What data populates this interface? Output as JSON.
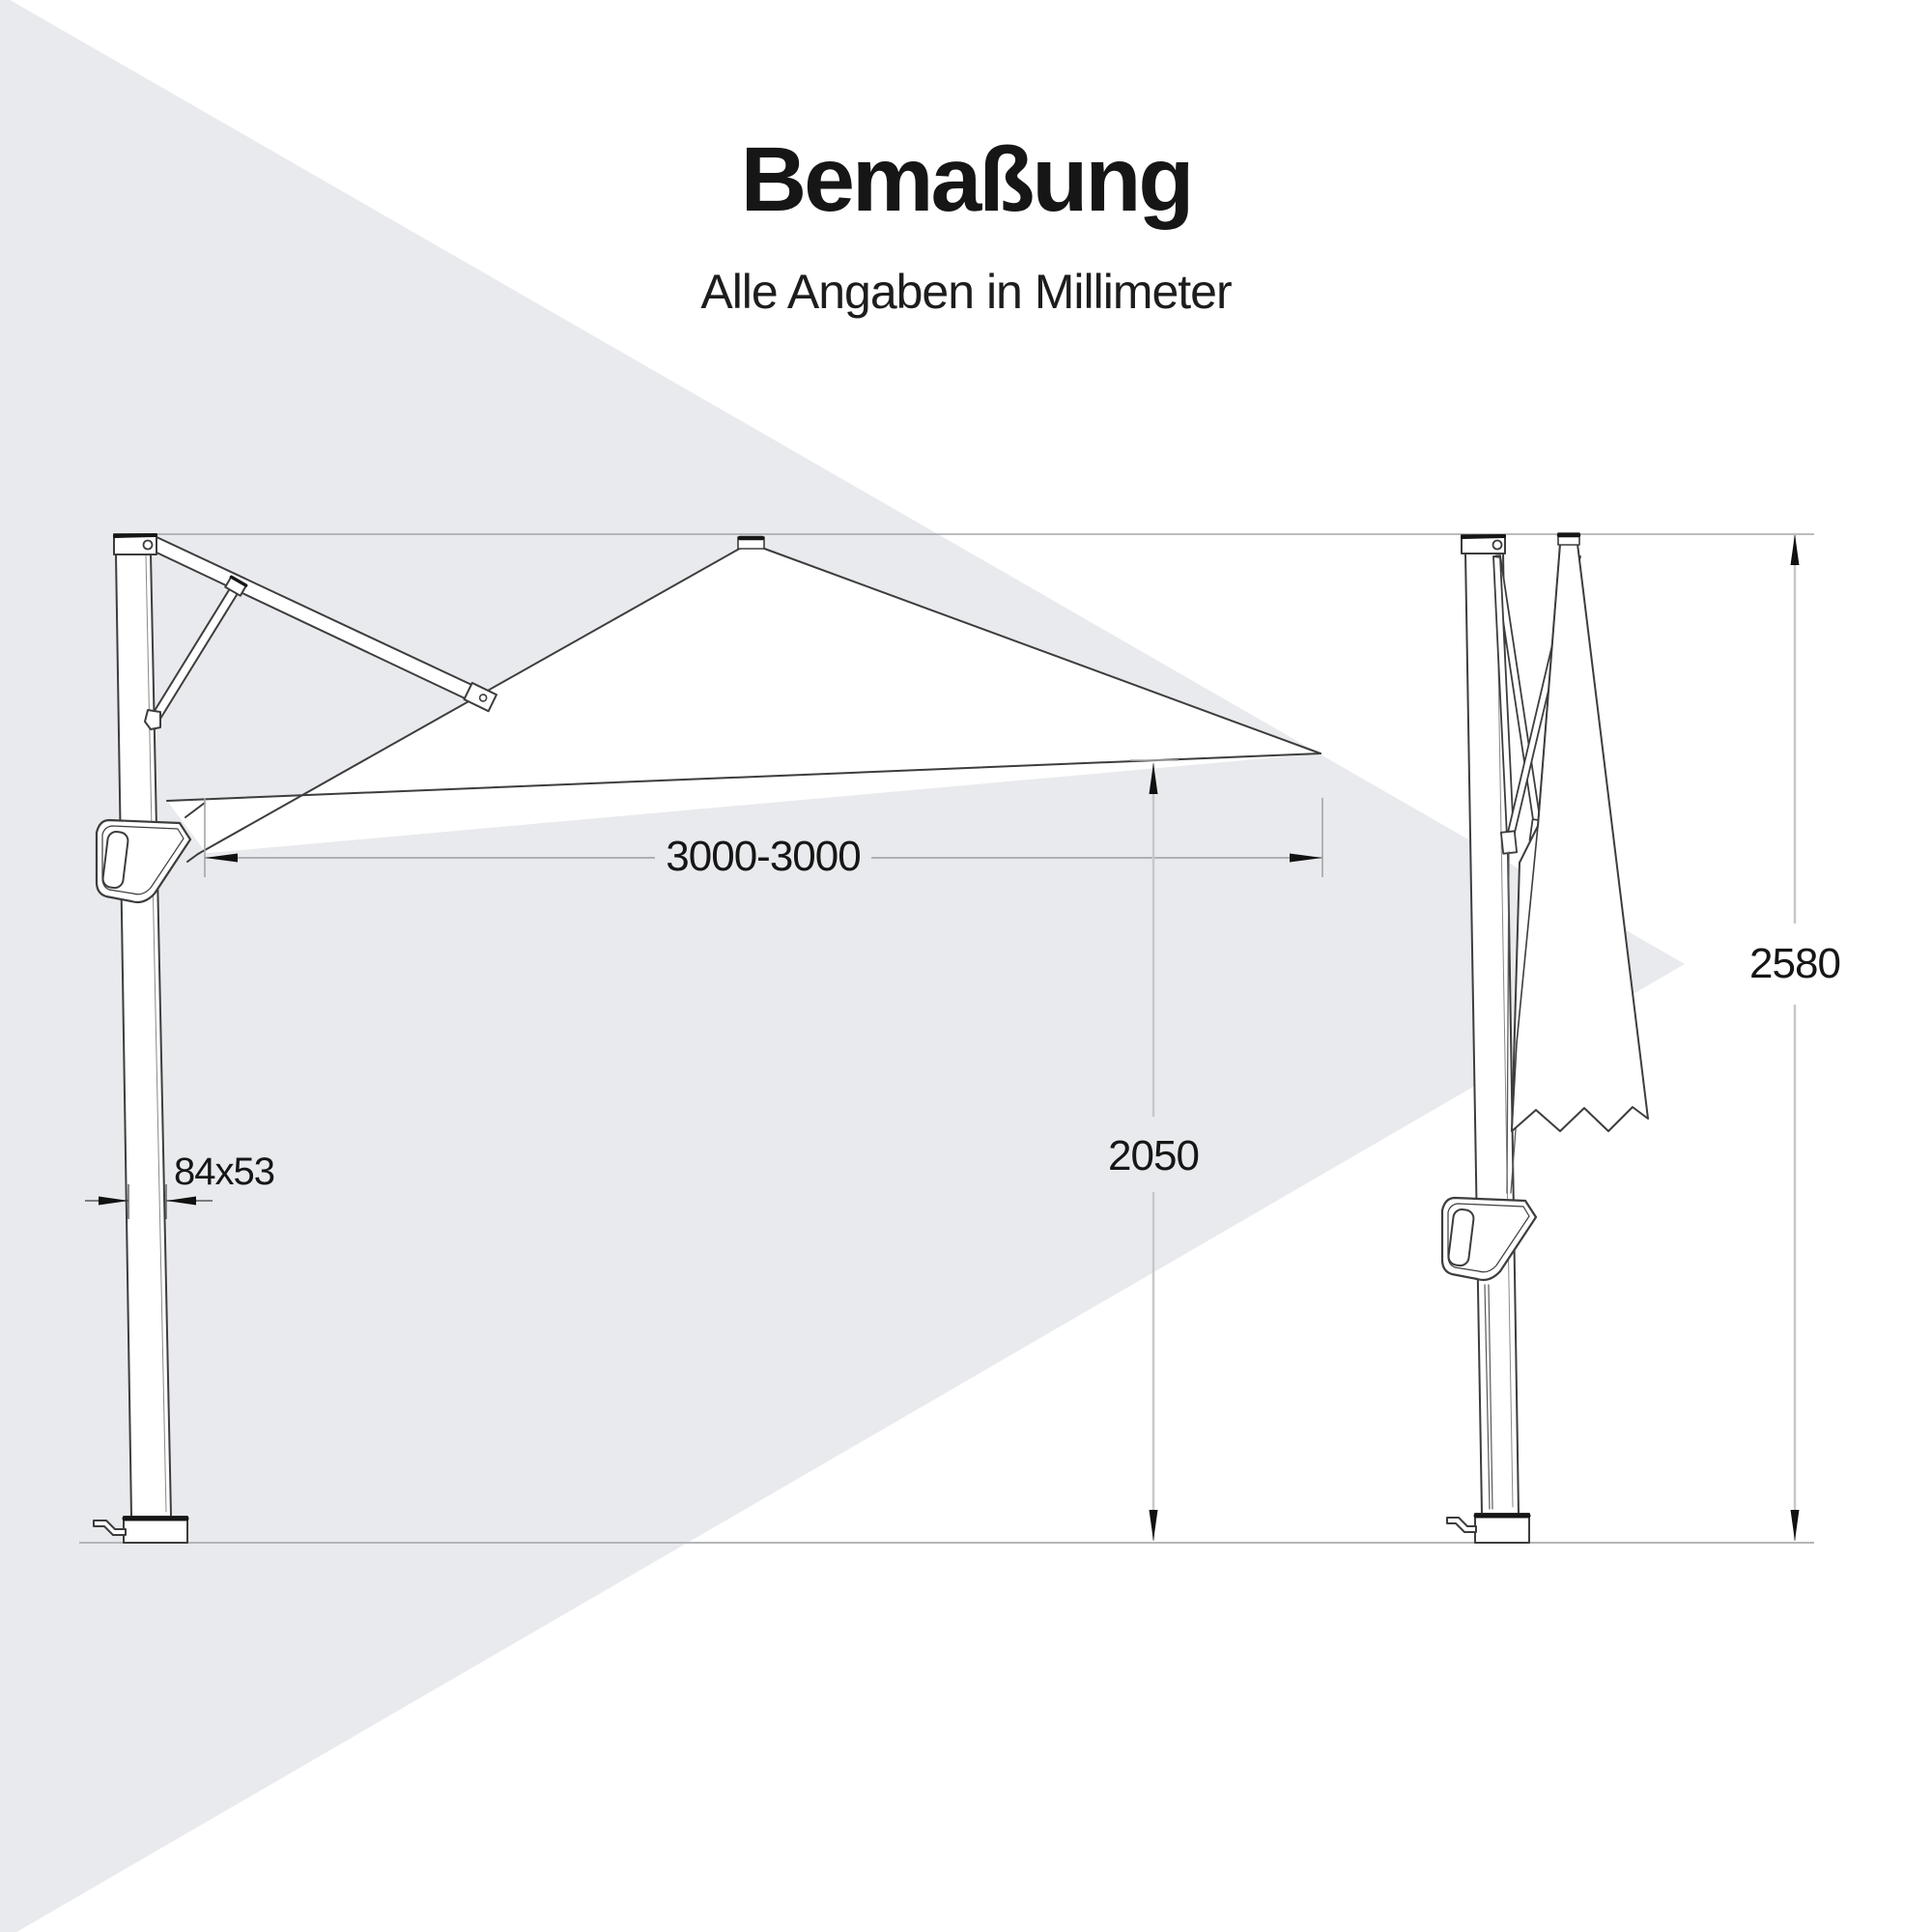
{
  "header": {
    "title": "Bemaßung",
    "subtitle": "Alle Angaben in Millimeter"
  },
  "dimensions": {
    "span": "3000-3000",
    "canopy_clearance_height": "2050",
    "total_height": "2580",
    "pole_cross_section": "84x53"
  },
  "drawing": {
    "left_view": "open cantilever parasol side view",
    "right_view": "closed cantilever parasol side view"
  },
  "colors": {
    "background": "#ffffff",
    "beam_fill": "#e9eaed",
    "outline": "#3d3d3d",
    "dim_line": "#a3a5a8",
    "guide_line": "#b4b6b8",
    "vertical_dim_line": "#c6c8ca",
    "text": "#161616"
  }
}
